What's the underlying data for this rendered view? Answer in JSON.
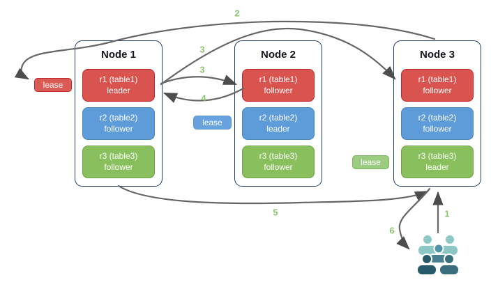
{
  "nodes": [
    {
      "title": "Node 1",
      "replicas": [
        {
          "name": "r1 (table1)",
          "role": "leader",
          "color": "red"
        },
        {
          "name": "r2 (table2)",
          "role": "follower",
          "color": "blue"
        },
        {
          "name": "r3 (table3)",
          "role": "follower",
          "color": "green"
        }
      ]
    },
    {
      "title": "Node 2",
      "replicas": [
        {
          "name": "r1 (table1)",
          "role": "follower",
          "color": "red"
        },
        {
          "name": "r2 (table2)",
          "role": "leader",
          "color": "blue"
        },
        {
          "name": "r3 (table3)",
          "role": "follower",
          "color": "green"
        }
      ]
    },
    {
      "title": "Node 3",
      "replicas": [
        {
          "name": "r1 (table1)",
          "role": "follower",
          "color": "red"
        },
        {
          "name": "r2 (table2)",
          "role": "follower",
          "color": "blue"
        },
        {
          "name": "r3 (table3)",
          "role": "leader",
          "color": "green"
        }
      ]
    }
  ],
  "leases": [
    {
      "label": "lease",
      "color": "red"
    },
    {
      "label": "lease",
      "color": "blue"
    },
    {
      "label": "lease",
      "color": "green"
    }
  ],
  "steps": [
    {
      "label": "1"
    },
    {
      "label": "2"
    },
    {
      "label": "3"
    },
    {
      "label": "3"
    },
    {
      "label": "4"
    },
    {
      "label": "5"
    },
    {
      "label": "6"
    }
  ],
  "icons": {
    "users": "users-group-icon"
  },
  "colors": {
    "replica_red": "#d9534f",
    "replica_red_border": "#c1272d",
    "replica_blue": "#5d9cd9",
    "replica_blue_border": "#4788c4",
    "replica_green": "#8abf5e",
    "replica_green_border": "#6da346",
    "lease_red": "#da5a55",
    "lease_blue": "#68a3e0",
    "lease_green": "#9ccb82",
    "node_border": "#1f3b63",
    "arrow": "#666666",
    "step_label": "#8dc46e",
    "users_light": "#8cc7c6",
    "users_mid": "#4d8fa0",
    "users_dark_left": "#265a68",
    "users_dark_right": "#3a6e7c"
  }
}
